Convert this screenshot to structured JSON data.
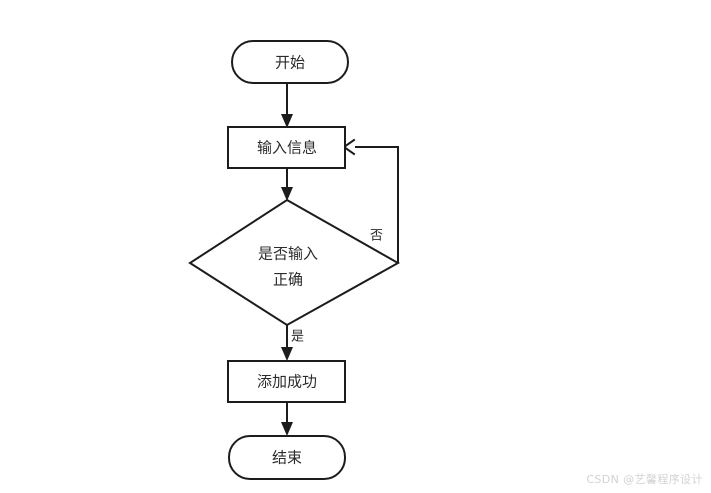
{
  "diagram": {
    "type": "flowchart",
    "title": "",
    "background_color": "#ffffff",
    "stroke_color": "#1c1c1c",
    "text_color": "#2b2b2b",
    "nodes": [
      {
        "id": "start",
        "shape": "terminator",
        "label": "开始"
      },
      {
        "id": "input",
        "shape": "process",
        "label": "输入信息"
      },
      {
        "id": "decision",
        "shape": "decision",
        "label_line1": "是否输入",
        "label_line2": "正确"
      },
      {
        "id": "success",
        "shape": "process",
        "label": "添加成功"
      },
      {
        "id": "end",
        "shape": "terminator",
        "label": "结束"
      }
    ],
    "edges": [
      {
        "id": "start-to-input",
        "from": "start",
        "to": "input",
        "label": ""
      },
      {
        "id": "input-to-decision",
        "from": "input",
        "to": "decision",
        "label": ""
      },
      {
        "id": "decision-no-loop",
        "from": "decision",
        "to": "input",
        "label": "否"
      },
      {
        "id": "decision-yes",
        "from": "decision",
        "to": "success",
        "label": "是"
      },
      {
        "id": "success-to-end",
        "from": "success",
        "to": "end",
        "label": ""
      }
    ]
  },
  "watermark": {
    "text": "CSDN @艺馨程序设计",
    "color": "#d2d2d2"
  }
}
